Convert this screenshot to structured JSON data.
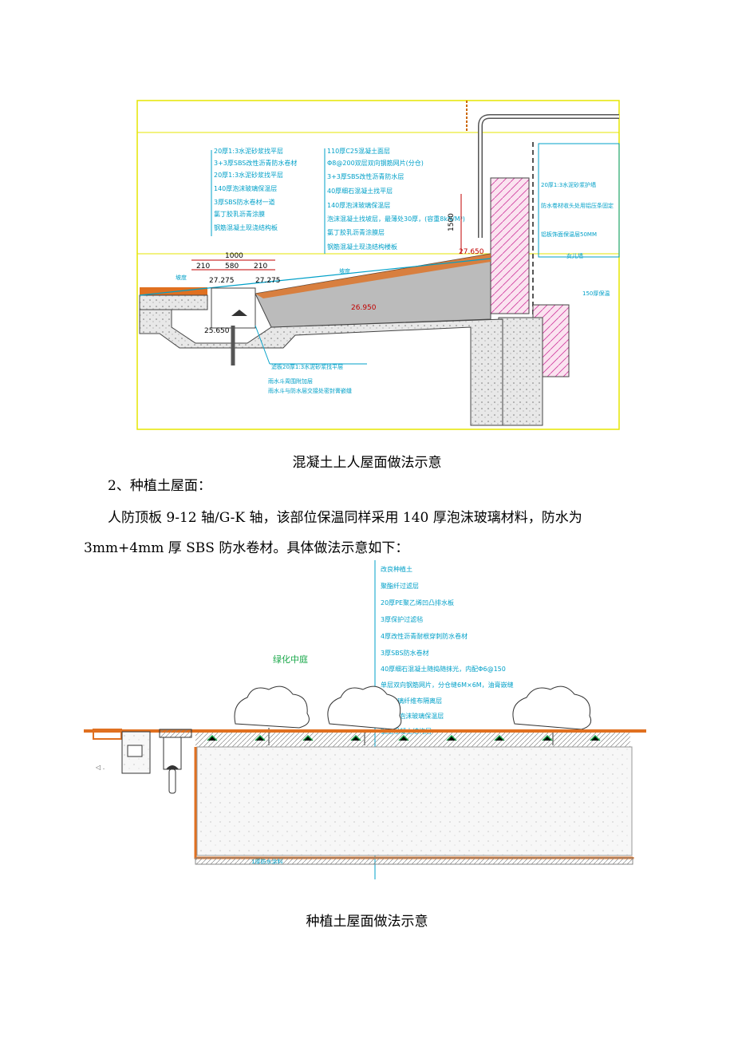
{
  "figure1": {
    "notes_left": [
      "20厚1:3水泥砂浆找平层",
      "3+3厚SBS改性沥青防水卷材",
      "20厚1:3水泥砂浆找平层",
      "140厚泡沫玻璃保温层",
      "3厚SBS防水卷材一道",
      "氯丁胶乳沥青涂膜",
      "钢筋混凝土现浇结构板"
    ],
    "notes_mid": [
      "110厚C25混凝土面层",
      "Φ8@200双层双向钢筋网片(分仓)",
      "3+3厚SBS改性沥青防水层",
      "40厚细石混凝土找平层",
      "140厚泡沫玻璃保温层",
      "泡沫混凝土找坡层，最薄处30厚，(容重8kN/M³)",
      "氯丁胶乳沥青涂膜层",
      "钢筋混凝土现浇结构楼板"
    ],
    "notes_right": [
      "20厚1:3水泥砂浆护墙",
      "防水卷材收头处用铝压条固定",
      "铝板饰面保温层50MM"
    ],
    "dim_total": "1000",
    "dim_parts": [
      "210",
      "580",
      "210"
    ],
    "elev_left": "27.275",
    "elev_right": "27.275",
    "elev_drain": "25.650",
    "elev_struct": "26.950",
    "elev_wall": "27.650",
    "height_dim": "1500",
    "slope_left": "坡度",
    "slope_mid": "坡度",
    "right_label_1": "女儿墙",
    "right_label_2": "150厚保温",
    "drain_notes": [
      "滤板20厚1:3水泥砂浆找平层",
      "雨水斗周围附加层",
      "雨水斗与防水层交接处密封膏嵌缝"
    ]
  },
  "caption1": "混凝土上人屋面做法示意",
  "section_heading": "2、种植土屋面：",
  "paragraph_line1": "人防顶板 9-12 轴/G-K 轴，该部位保温同样采用 140 厚泡沫玻璃材料，防水为",
  "paragraph_line2": "3mm+4mm 厚 SBS 防水卷材。具体做法示意如下：",
  "figure2": {
    "courtyard_label": "绿化中庭",
    "layers": [
      "改良种植土",
      "聚酯纤过滤层",
      "20厚PE聚乙烯凹凸排水板",
      "3厚保护过滤毡",
      "4厚改性沥青耐根穿刺防水卷材",
      "3厚SBS防水卷材",
      "40厚细石混凝土随捣随抹光，内配Φ6@150",
      "单层双向钢筋网片，分仓缝6M×6M，油膏嵌缝",
      "1厚玻璃纤维布隔离层",
      "140厚泡沫玻璃保温层",
      "钢筋混凝土结构层"
    ],
    "bottom_label": "1厚防水涂料"
  },
  "caption2": "种植土屋面做法示意"
}
